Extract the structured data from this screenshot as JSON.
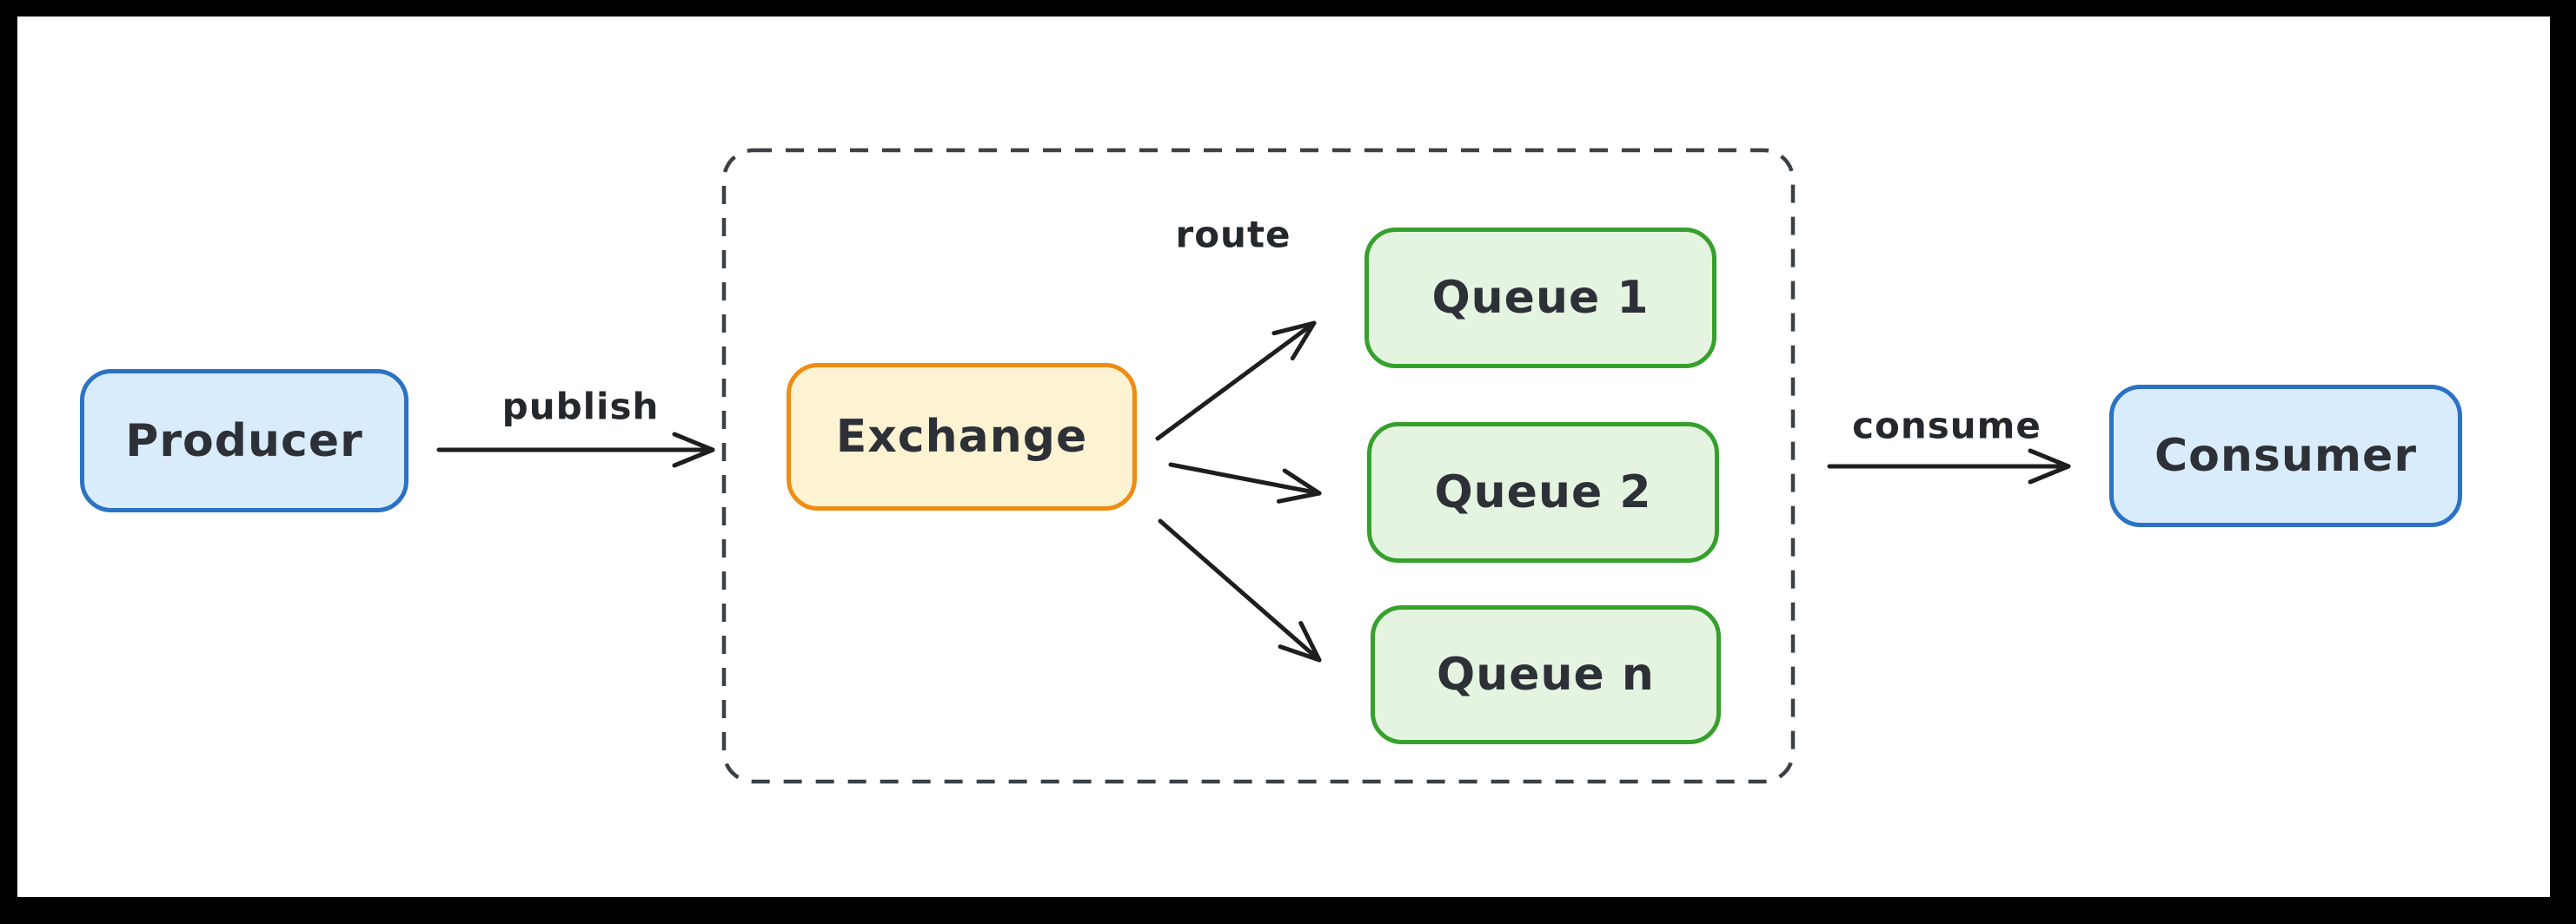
{
  "diagram": {
    "nodes": {
      "producer": {
        "label": "Producer",
        "fill": "#d9ecfb",
        "border": "#2b72c4"
      },
      "exchange": {
        "label": "Exchange",
        "fill": "#fdf3d3",
        "border": "#ef8c13"
      },
      "queue1": {
        "label": "Queue 1",
        "fill": "#e4f4e0",
        "border": "#36a02c"
      },
      "queue2": {
        "label": "Queue 2",
        "fill": "#e4f4e0",
        "border": "#36a02c"
      },
      "queuen": {
        "label": "Queue n",
        "fill": "#e4f4e0",
        "border": "#36a02c"
      },
      "consumer": {
        "label": "Consumer",
        "fill": "#d9ecfb",
        "border": "#2b72c4"
      }
    },
    "edges": {
      "publish": {
        "label": "publish"
      },
      "route": {
        "label": "route"
      },
      "consume": {
        "label": "consume"
      }
    },
    "colors": {
      "arrow": "#1e1e1e",
      "container_border": "#3b4045",
      "canvas_bg": "#ffffff",
      "frame_bg": "#000000",
      "text": "#2d3137"
    }
  }
}
